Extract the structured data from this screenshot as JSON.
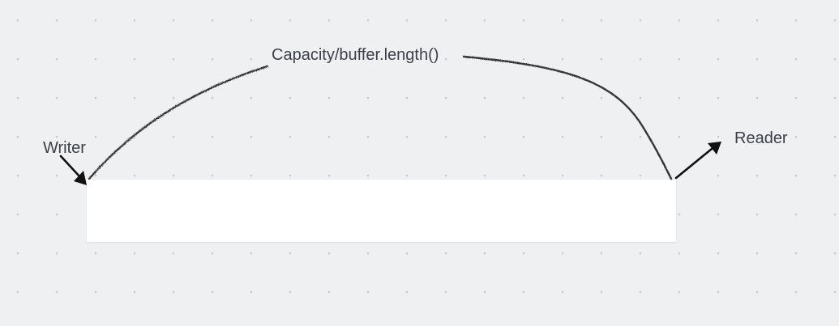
{
  "canvas": {
    "background": "#eff0f2",
    "grid_dot_color": "#c5c8cd"
  },
  "labels": {
    "capacity": "Capacity/buffer.length()",
    "writer": "Writer",
    "reader": "Reader"
  },
  "colors": {
    "text": "#3d4048",
    "stroke": "#1a1a1a",
    "buffer_fill": "#ffffff"
  }
}
